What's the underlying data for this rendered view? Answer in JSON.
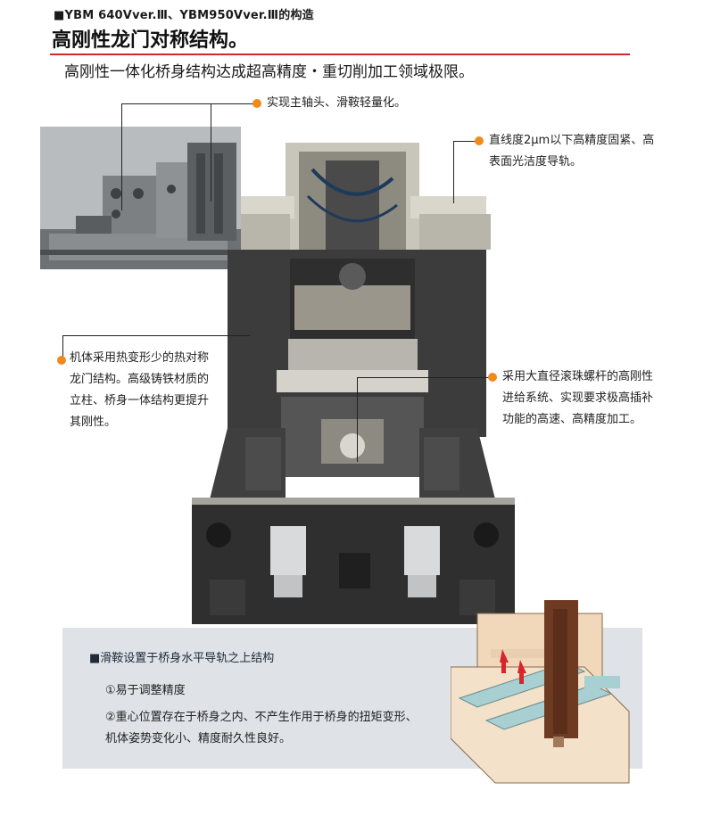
{
  "header": {
    "sup_title": "■YBM 640Vver.Ⅲ、YBM950Vver.Ⅲ的构造",
    "main_title": "高刚性龙门对称结构。",
    "subtitle": "高刚性一体化桥身结构达成超高精度・重切削加工领域极限。"
  },
  "callouts": {
    "light_slide": "实现主轴头、滑鞍轻量化。",
    "linear_guide_line1": "直线度2μm以下高精度固紧、高",
    "linear_guide_line2": "表面光洁度导轨。",
    "frame_line1": "机体采用热变形少的热对称",
    "frame_line2": "龙门结构。高级铸铁材质的",
    "frame_line3": "立柱、桥身一体结构更提升",
    "frame_line4": "其刚性。",
    "ballscrew_line1": "采用大直径滚珠螺杆的高刚性",
    "ballscrew_line2": "进给系统、实现要求极高插补",
    "ballscrew_line3": "功能的高速、高精度加工。"
  },
  "slide_box": {
    "title": "■滑鞍设置于桥身水平导轨之上结构",
    "item1": "①易于调整精度",
    "item2": "②重心位置存在于桥身之内、不产生作用于桥身的扭矩变形、",
    "item3": "机体姿势变化小、精度耐久性良好。"
  },
  "colors": {
    "accent_red": "#d6262b",
    "callout_dot": "#f08a1c",
    "box_bg": "#dfe2e6",
    "machine_dark": "#3a3a3a",
    "machine_light": "#c9c6bc"
  }
}
